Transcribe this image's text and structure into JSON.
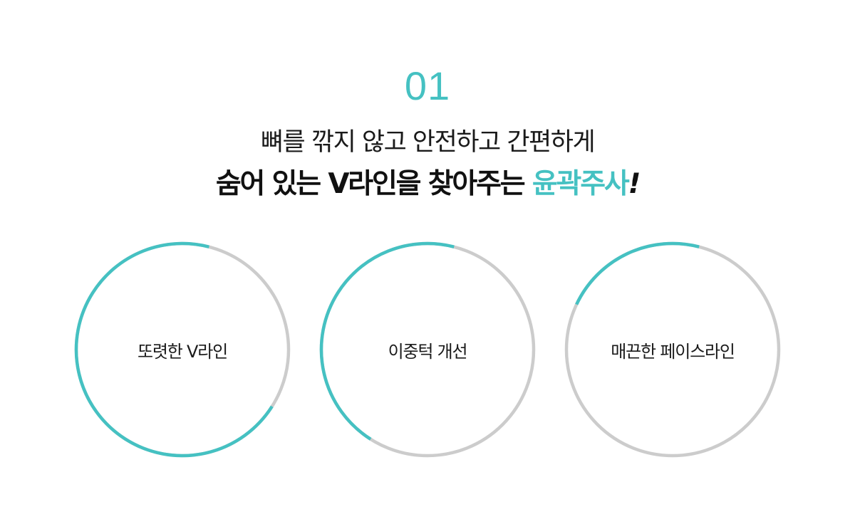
{
  "section": {
    "number": "01"
  },
  "headline": {
    "line1": "뼈를 깎지 않고 안전하고 간편하게",
    "line2_prefix": "숨어 있는 V라인을 찾아주는 ",
    "line2_highlight": "윤곽주사",
    "line2_suffix": "!"
  },
  "colors": {
    "accent": "#45c1c2",
    "track": "#cccccc"
  },
  "features": [
    {
      "label": "또렷한 V라인",
      "progress": 0.7
    },
    {
      "label": "이중턱 개선",
      "progress": 0.45
    },
    {
      "label": "매끈한 페이스라인",
      "progress": 0.22
    }
  ]
}
